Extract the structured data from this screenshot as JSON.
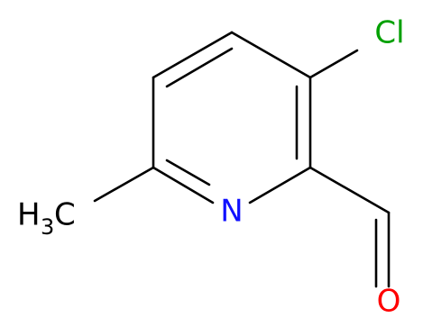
{
  "atoms": {
    "chlorine": "Cl",
    "nitrogen": "N",
    "oxygen": "O",
    "methyl_h": "H",
    "methyl_sub": "3",
    "methyl_c": "C"
  },
  "colors": {
    "bond": "#000000",
    "carbon_label": "#000000",
    "chlorine": "#00a000",
    "nitrogen": "#1010ff",
    "oxygen": "#ff0000"
  }
}
